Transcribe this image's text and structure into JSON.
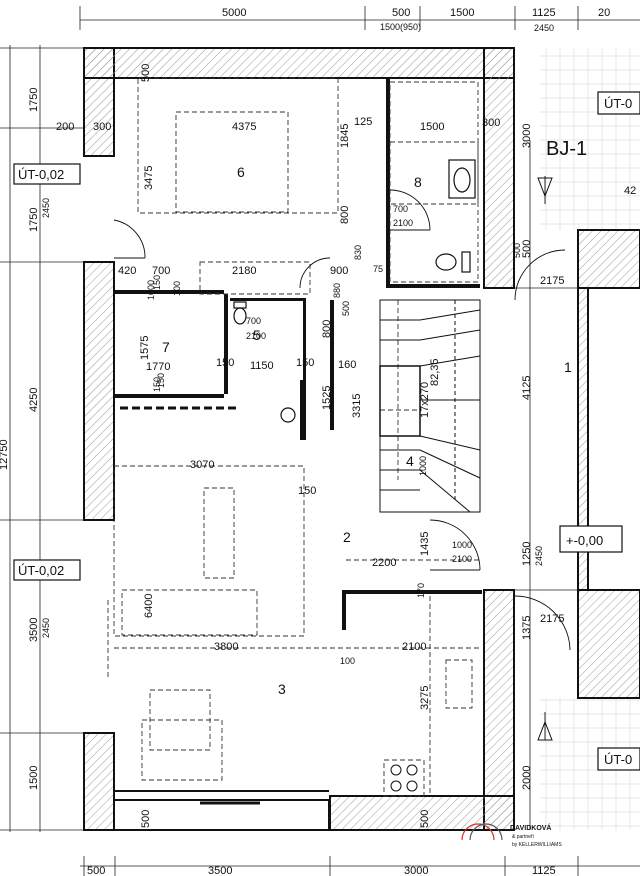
{
  "unit_label": "BJ-1",
  "top_dims": [
    "5000",
    "500",
    "1500",
    "1125",
    "20",
    "1500(950)",
    "2450"
  ],
  "bottom_dims": [
    "500",
    "3500",
    "3000",
    "1125"
  ],
  "left_dims": [
    "1750",
    "200",
    "300",
    "1750",
    "2450",
    "3475",
    "420",
    "4250",
    "12750",
    "3500",
    "2450",
    "1500",
    "500"
  ],
  "inner_dims": [
    "500",
    "4375",
    "125",
    "1845",
    "1500",
    "300",
    "3000",
    "800",
    "700",
    "2100",
    "830",
    "700",
    "2180",
    "900",
    "75",
    "500",
    "150",
    "1000",
    "100",
    "880",
    "500",
    "1575",
    "1770",
    "150",
    "700",
    "2100",
    "1150",
    "150",
    "150",
    "800",
    "160",
    "1525",
    "3315",
    "82,35",
    "17x270",
    "150",
    "3070",
    "150",
    "1000",
    "1435",
    "1000",
    "2100",
    "2200",
    "6400",
    "3800",
    "100",
    "2100",
    "170",
    "3275",
    "500",
    "500",
    "2175",
    "4125",
    "2175",
    "1250",
    "2450",
    "1375",
    "2000",
    "42"
  ],
  "rooms": [
    "6",
    "8",
    "7",
    "5",
    "4",
    "2",
    "3",
    "1"
  ],
  "levels": [
    "ÚT-0,02",
    "ÚT-0,02",
    "+-0,00",
    "ÚT-0",
    "ÚT-0"
  ],
  "watermark": {
    "line1": "DAVIDKOVÁ",
    "line2": "& partneři",
    "line3": "by KELLERWILLIAMS"
  },
  "colors": {
    "wall": "#111111",
    "hatch": "#9a9a9a",
    "dash": "#333333"
  }
}
